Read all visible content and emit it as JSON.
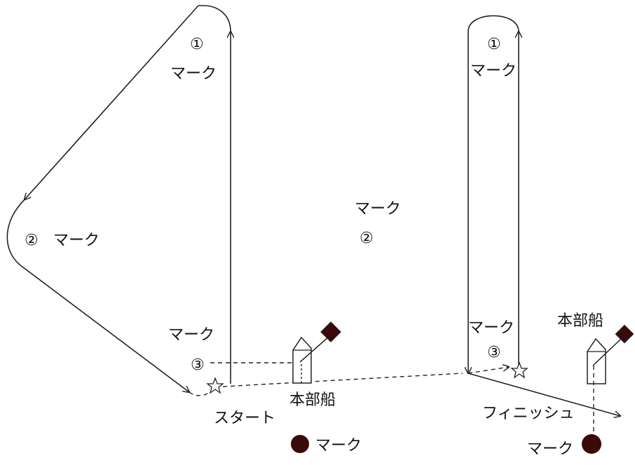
{
  "diagrams": {
    "left": {
      "mark1": {
        "number": "①",
        "label": "マーク"
      },
      "mark2": {
        "number": "②",
        "label": "マーク"
      },
      "mark3": {
        "number": "③",
        "label": "マーク"
      },
      "committee_boat": "本部船",
      "start": "スタート",
      "start_mark": "マーク"
    },
    "middle": {
      "mark2": {
        "number": "②",
        "label": "マーク"
      }
    },
    "right": {
      "mark1": {
        "number": "①",
        "label": "マーク"
      },
      "mark3": {
        "number": "③",
        "label": "マーク"
      },
      "committee_boat": "本部船",
      "finish": "フィニッシュ",
      "finish_mark": "マーク"
    }
  },
  "colors": {
    "line": "#222222",
    "buoy": "#3a0a0a",
    "flag": "#3a0a0a"
  }
}
